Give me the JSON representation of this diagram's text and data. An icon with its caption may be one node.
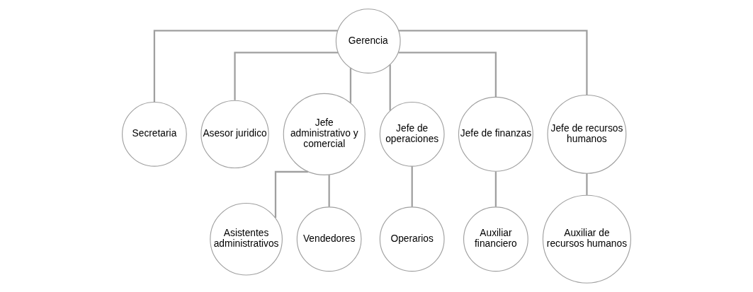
{
  "diagram": {
    "nodes": [
      {
        "text": [
          "Gerencia"
        ]
      },
      {
        "text": [
          "Secretaria"
        ]
      },
      {
        "text": [
          "Asesor juridico"
        ]
      },
      {
        "text": [
          "Jefe administrativo y comercial"
        ]
      },
      {
        "text": [
          "Jefe de operaciones"
        ]
      },
      {
        "text": [
          "Jefe de finanzas"
        ]
      },
      {
        "text": [
          "Jefe de recursos humanos"
        ]
      },
      {
        "text": [
          "Asistentes administrativos"
        ]
      },
      {
        "text": [
          "Vendedores"
        ]
      },
      {
        "text": [
          "Operarios"
        ]
      },
      {
        "text": [
          "Auxiliar financiero"
        ]
      },
      {
        "text": [
          "Auxiliar de recursos humanos"
        ]
      }
    ],
    "edges": [
      {
        "from": 0,
        "to": 1,
        "arrow": "none"
      },
      {
        "from": 0,
        "to": 2,
        "arrow": "none"
      },
      {
        "from": 0,
        "to": 3,
        "arrow": "none"
      },
      {
        "from": 0,
        "to": 4,
        "arrow": "none"
      },
      {
        "from": 0,
        "to": 5,
        "arrow": "none"
      },
      {
        "from": 0,
        "to": 6,
        "arrow": "none"
      },
      {
        "from": 3,
        "to": 7,
        "arrow": "none"
      },
      {
        "from": 3,
        "to": 8,
        "arrow": "none"
      },
      {
        "from": 4,
        "to": 9,
        "arrow": "none"
      },
      {
        "from": 5,
        "to": 10,
        "arrow": "none"
      },
      {
        "from": 6,
        "to": 11,
        "arrow": "none"
      }
    ]
  }
}
